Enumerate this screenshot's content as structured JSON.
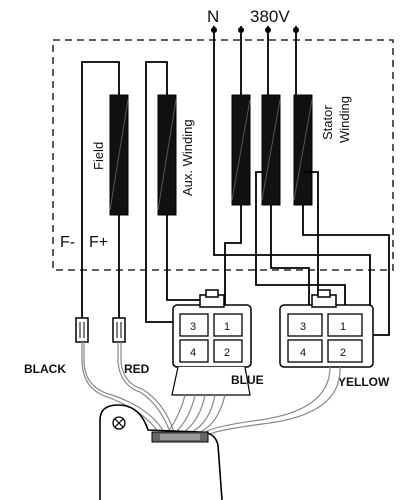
{
  "supply": {
    "neutral": "N",
    "voltage": "380V"
  },
  "windings": {
    "field": "Field",
    "aux": "Aux. Winding",
    "stator_line1": "Stator",
    "stator_line2": "Winding"
  },
  "polarity": {
    "neg": "F-",
    "pos": "F+"
  },
  "connectors": {
    "blue": {
      "label": "BLUE",
      "pins": [
        "3",
        "1",
        "4",
        "2"
      ]
    },
    "yellow": {
      "label": "YELLOW",
      "pins": [
        "3",
        "1",
        "4",
        "2"
      ]
    }
  },
  "wires": {
    "black": "BLACK",
    "red": "RED"
  }
}
